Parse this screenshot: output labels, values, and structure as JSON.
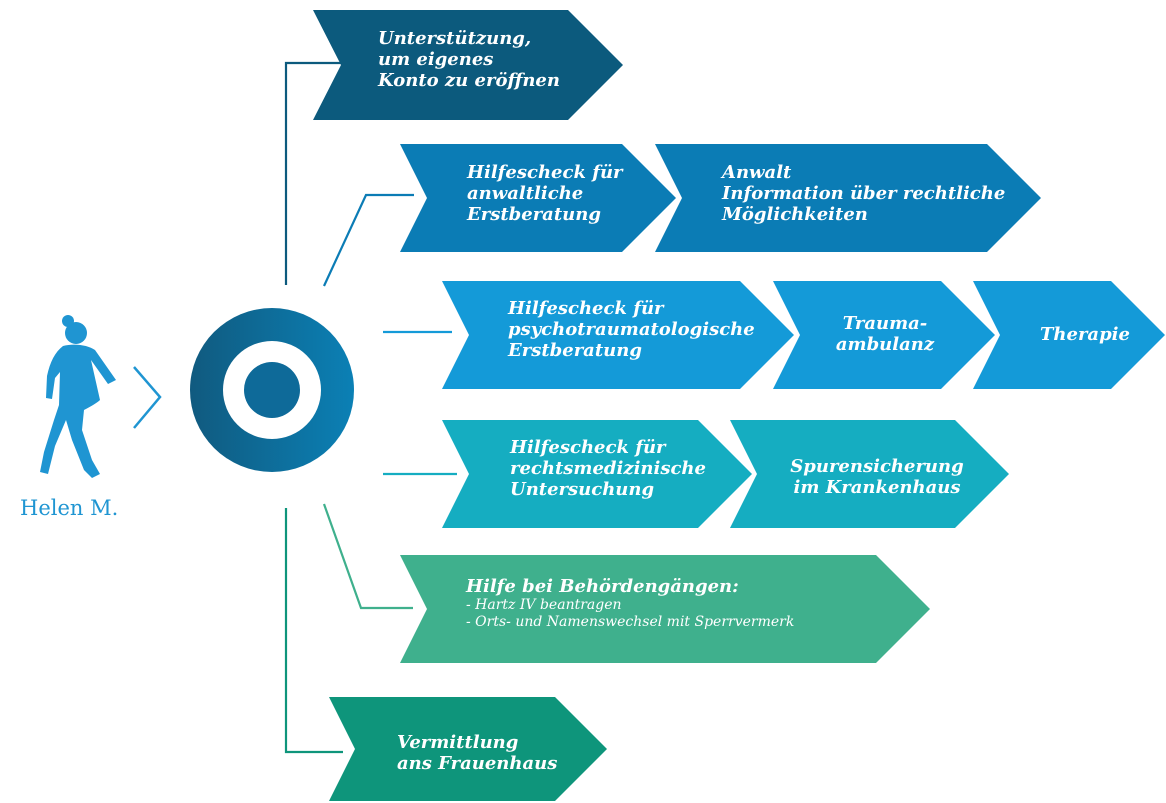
{
  "person": {
    "name": "Helen M."
  },
  "steps": {
    "konto": {
      "lines": [
        "Unterstützung,",
        "um eigenes",
        "Konto zu eröffnen"
      ],
      "color": "#0c5a7d"
    },
    "anwaltlich": {
      "lines": [
        "Hilfescheck für",
        "anwaltliche",
        "Erstberatung"
      ],
      "color": "#0b7cb5"
    },
    "anwalt": {
      "lines": [
        "Anwalt",
        "Information über rechtliche",
        "Möglichkeiten"
      ],
      "color": "#0b7cb5"
    },
    "psycho": {
      "lines": [
        "Hilfescheck für",
        "psychotraumatologische",
        "Erstberatung"
      ],
      "color": "#149ad8"
    },
    "trauma": {
      "lines": [
        "Trauma-",
        "ambulanz"
      ],
      "color": "#149ad8"
    },
    "therapie": {
      "lines": [
        "Therapie"
      ],
      "color": "#149ad8"
    },
    "rechtsmed": {
      "lines": [
        "Hilfescheck für",
        "rechtsmedizinische",
        "Untersuchung"
      ],
      "color": "#15adc1"
    },
    "spuren": {
      "lines": [
        "Spurensicherung",
        "im Krankenhaus"
      ],
      "color": "#15adc1"
    },
    "behoerden": {
      "title": "Hilfe bei Behördengängen:",
      "items": [
        "- Hartz IV beantragen",
        "- Orts- und Namenswechsel mit Sperrvermerk"
      ],
      "color": "#3fb08d"
    },
    "frauenhaus": {
      "lines": [
        "Vermittlung",
        "ans Frauenhaus"
      ],
      "color": "#0e957b"
    }
  }
}
